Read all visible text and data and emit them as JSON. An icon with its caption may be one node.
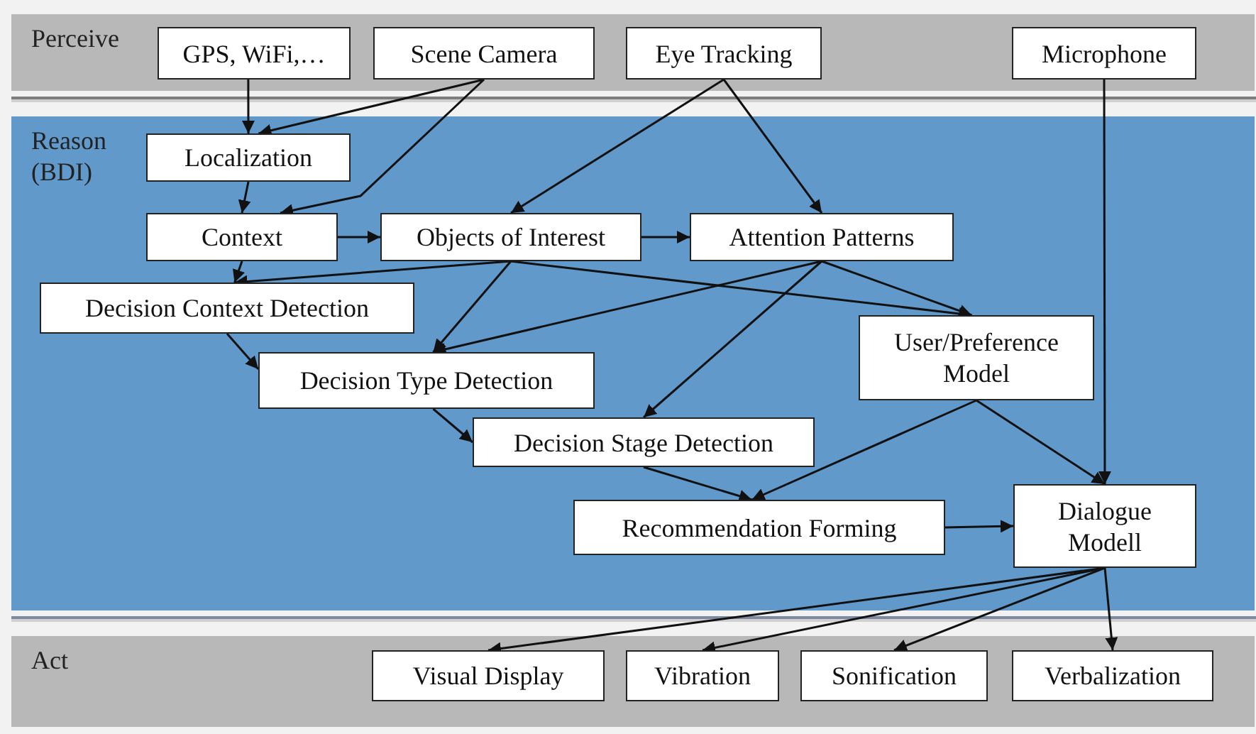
{
  "diagram": {
    "nodes": [
      {
        "text": [
          "Perceive"
        ]
      },
      {
        "text": [
          "GPS, WiFi,…"
        ],
        "in": 0
      },
      {
        "text": [
          "Scene Camera"
        ],
        "in": 0
      },
      {
        "text": [
          "Eye Tracking"
        ],
        "in": 0
      },
      {
        "text": [
          "Microphone"
        ],
        "in": 0
      },
      {
        "text": [
          "Reason (BDI)"
        ]
      },
      {
        "text": [
          "Localization"
        ],
        "in": 5
      },
      {
        "text": [
          "Context"
        ],
        "in": 5
      },
      {
        "text": [
          "Objects of Interest"
        ],
        "in": 5
      },
      {
        "text": [
          "Attention Patterns"
        ],
        "in": 5
      },
      {
        "text": [
          "Decision Context Detection"
        ],
        "in": 5
      },
      {
        "text": [
          "Decision Type Detection"
        ],
        "in": 5
      },
      {
        "text": [
          "User/Preference Model"
        ],
        "in": 5
      },
      {
        "text": [
          "Decision Stage Detection"
        ],
        "in": 5
      },
      {
        "text": [
          "Recommendation Forming"
        ],
        "in": 5
      },
      {
        "text": [
          "Dialogue Modell"
        ],
        "in": 5
      },
      {
        "text": [
          "Act"
        ]
      },
      {
        "text": [
          "Visual Display"
        ],
        "in": 16
      },
      {
        "text": [
          "Vibration"
        ],
        "in": 16
      },
      {
        "text": [
          "Sonification"
        ],
        "in": 16
      },
      {
        "text": [
          "Verbalization"
        ],
        "in": 16
      }
    ],
    "edges": [
      {
        "from": 1,
        "to": 6,
        "arrow": "to"
      },
      {
        "from": 2,
        "to": 6,
        "arrow": "to"
      },
      {
        "from": 2,
        "to": 7,
        "arrow": "to"
      },
      {
        "from": 6,
        "to": 7,
        "arrow": "to"
      },
      {
        "from": 3,
        "to": 8,
        "arrow": "to"
      },
      {
        "from": 3,
        "to": 9,
        "arrow": "to"
      },
      {
        "from": 4,
        "to": 15,
        "arrow": "to"
      },
      {
        "from": 7,
        "to": 8,
        "arrow": "to"
      },
      {
        "from": 8,
        "to": 9,
        "arrow": "to"
      },
      {
        "from": 7,
        "to": 10,
        "arrow": "to"
      },
      {
        "from": 8,
        "to": 10,
        "arrow": "to"
      },
      {
        "from": 8,
        "to": 11,
        "arrow": "to"
      },
      {
        "from": 8,
        "to": 12,
        "arrow": "to"
      },
      {
        "from": 9,
        "to": 12,
        "arrow": "to"
      },
      {
        "from": 9,
        "to": 11,
        "arrow": "to"
      },
      {
        "from": 9,
        "to": 13,
        "arrow": "to"
      },
      {
        "from": 10,
        "to": 11,
        "arrow": "to"
      },
      {
        "from": 11,
        "to": 13,
        "arrow": "to"
      },
      {
        "from": 13,
        "to": 14,
        "arrow": "to"
      },
      {
        "from": 12,
        "to": 14,
        "arrow": "to"
      },
      {
        "from": 12,
        "to": 15,
        "arrow": "to"
      },
      {
        "from": 14,
        "to": 15,
        "arrow": "to"
      },
      {
        "from": 15,
        "to": 17,
        "arrow": "to"
      },
      {
        "from": 15,
        "to": 18,
        "arrow": "to"
      },
      {
        "from": 15,
        "to": 19,
        "arrow": "to"
      },
      {
        "from": 15,
        "to": 20,
        "arrow": "to"
      }
    ]
  }
}
